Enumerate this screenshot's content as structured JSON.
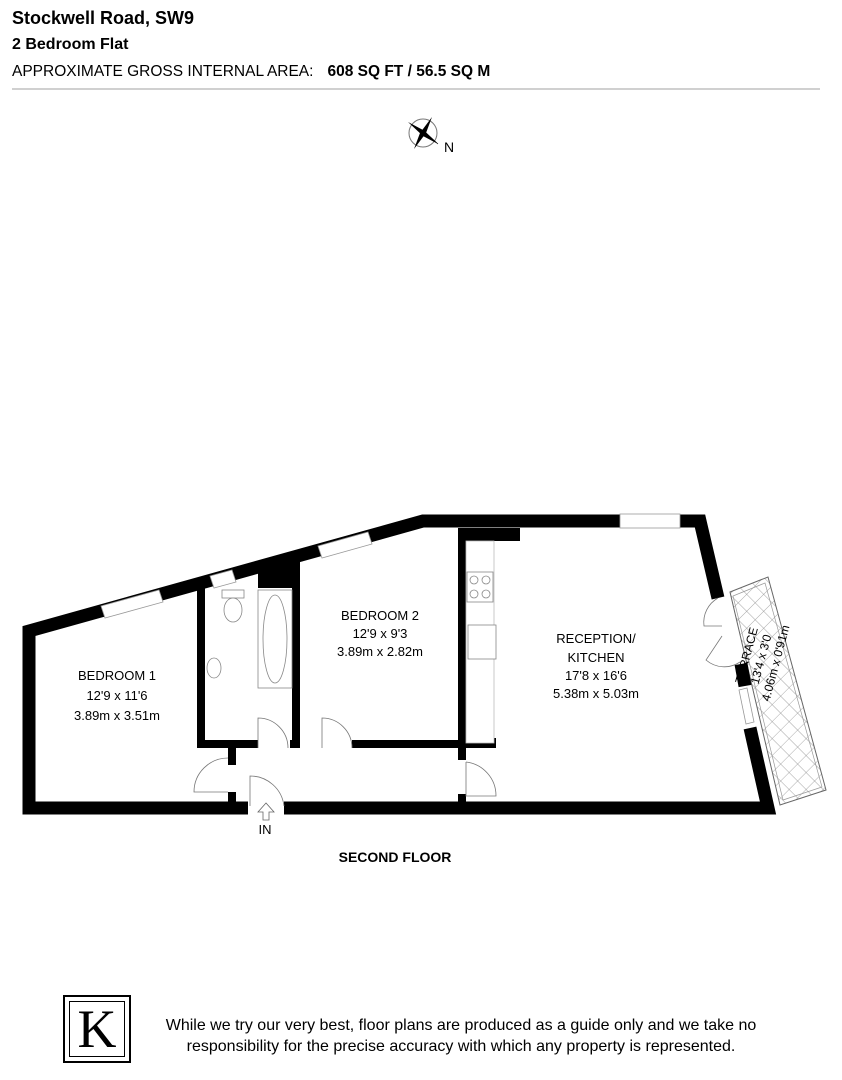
{
  "header": {
    "title": "Stockwell Road, SW9",
    "subtitle": "2 Bedroom Flat",
    "area_label": "APPROXIMATE GROSS INTERNAL AREA:",
    "area_value": "608 SQ FT / 56.5 SQ M"
  },
  "compass": {
    "icon": "compass-rose-icon",
    "label": "N"
  },
  "rooms": [
    {
      "name": "BEDROOM 1",
      "imperial": "12'9 x 11'6",
      "metric": "3.89m x 3.51m"
    },
    {
      "name": "BEDROOM 2",
      "imperial": "12'9 x 9'3",
      "metric": "3.89m x 2.82m"
    },
    {
      "name": "RECEPTION/",
      "name2": "KITCHEN",
      "imperial": "17'8 x 16'6",
      "metric": "5.38m x 5.03m"
    },
    {
      "name": "TERRACE",
      "imperial": "13'4 x 3'0",
      "metric": "4.06m x 0'91m"
    }
  ],
  "entrance_label": "IN",
  "floor_label": "SECOND FLOOR",
  "footer": {
    "logo_letter": "K",
    "disclaimer_line1": "While we try our very best, floor plans are produced as a guide only and we take no",
    "disclaimer_line2": "responsibility for the precise accuracy with which any property is represented."
  }
}
